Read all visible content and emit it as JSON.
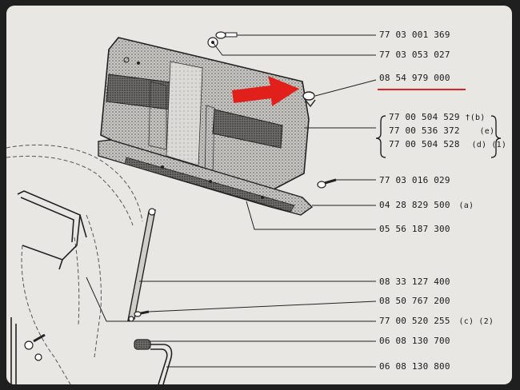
{
  "colors": {
    "paper": "#e9e7e4",
    "ink": "#1a1a1a",
    "highlight": "#e2201b",
    "frame": "#1f1f1f"
  },
  "parts": [
    {
      "number": "77 03 001 369",
      "note": ""
    },
    {
      "number": "77 03 053 027",
      "note": ""
    },
    {
      "number": "08 54 979 000",
      "note": "",
      "highlighted": true
    },
    {
      "number": "77 00 504 529",
      "note": "†(b)"
    },
    {
      "number": "77 00 536 372",
      "note": "(e)"
    },
    {
      "number": "77 00 504 528",
      "note": "(d) (1)"
    },
    {
      "number": "77 03 016 029",
      "note": ""
    },
    {
      "number": "04 28 829 500",
      "note": "(a)"
    },
    {
      "number": "05 56 187 300",
      "note": ""
    },
    {
      "number": "08 33 127 400",
      "note": ""
    },
    {
      "number": "08 50 767 200",
      "note": ""
    },
    {
      "number": "77 00 520 255",
      "note": "(c) (2)"
    },
    {
      "number": "06 08 130 700",
      "note": ""
    },
    {
      "number": "06 08 130 800",
      "note": ""
    }
  ],
  "icons": {
    "arrow": "red-arrow-icon",
    "brace": "brace-icon"
  }
}
